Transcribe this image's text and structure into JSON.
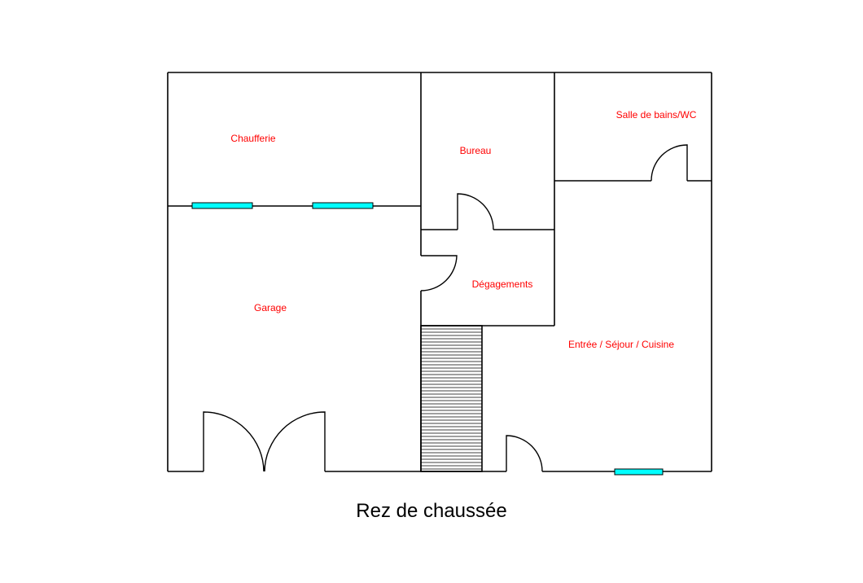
{
  "plan": {
    "title": "Rez de chaussée",
    "rooms": {
      "chaufferie": "Chaufferie",
      "bureau": "Bureau",
      "salle_de_bains": "Salle de bains/WC",
      "degagements": "Dégagements",
      "garage": "Garage",
      "entree_sejour_cuisine": "Entrée / Séjour / Cuisine"
    }
  },
  "colors": {
    "label": "#ff0000",
    "window": "#00ffff",
    "wall": "#000000",
    "background": "#ffffff"
  }
}
